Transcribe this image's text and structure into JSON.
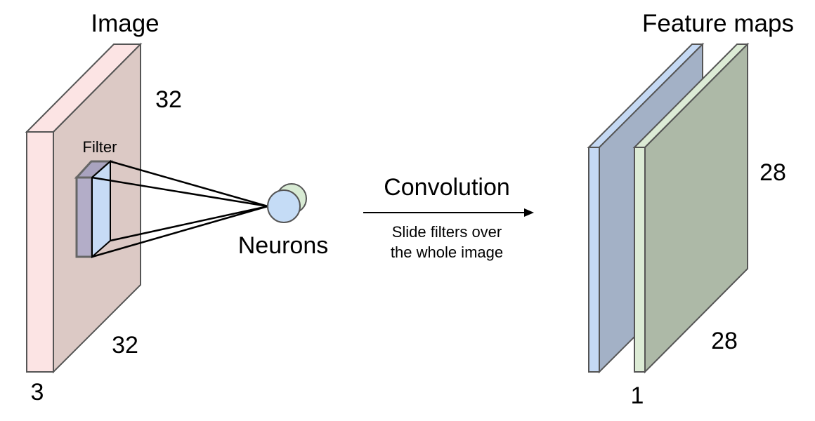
{
  "labels": {
    "image_title": "Image",
    "image_height": "32",
    "image_width": "32",
    "image_depth": "3",
    "filter": "Filter",
    "neurons": "Neurons",
    "convolution": "Convolution",
    "slide_line1": "Slide filters over",
    "slide_line2": "the whole image",
    "feature_title": "Feature maps",
    "feature_height": "28",
    "feature_width": "28",
    "feature_depth": "1"
  },
  "colors": {
    "image_front": "#fce4e4",
    "image_side": "#dcc9c5",
    "filter_back": "#b3adc8",
    "filter_front": "#c7dbf5",
    "neuron_blue": "#c5dcf6",
    "neuron_green": "#d8ebd4",
    "map1_front": "#c5d9f4",
    "map1_side": "#a3b1c6",
    "map2_front": "#dcebd5",
    "map2_side": "#adb9a7"
  }
}
